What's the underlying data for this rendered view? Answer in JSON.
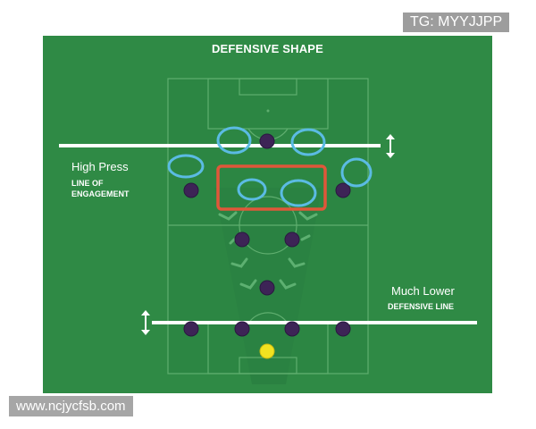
{
  "title": "DEFENSIVE SHAPE",
  "labels": {
    "high_press": "High Press",
    "line_of": "LINE OF",
    "engagement": "ENGAGEMENT",
    "much_lower": "Much Lower",
    "defensive_line": "DEFENSIVE LINE"
  },
  "watermarks": {
    "top_right": "TG: MYYJJPP",
    "bottom_left": "www.ncjycfsb.com"
  },
  "colors": {
    "pitch": "#2f8a45",
    "pitch_dark": "#267a3c",
    "line": "#ffffff",
    "player": "#3d2456",
    "goalkeeper": "#f2e220",
    "press_circle": "#5bbbe3",
    "highlight_box": "#e0573a"
  }
}
